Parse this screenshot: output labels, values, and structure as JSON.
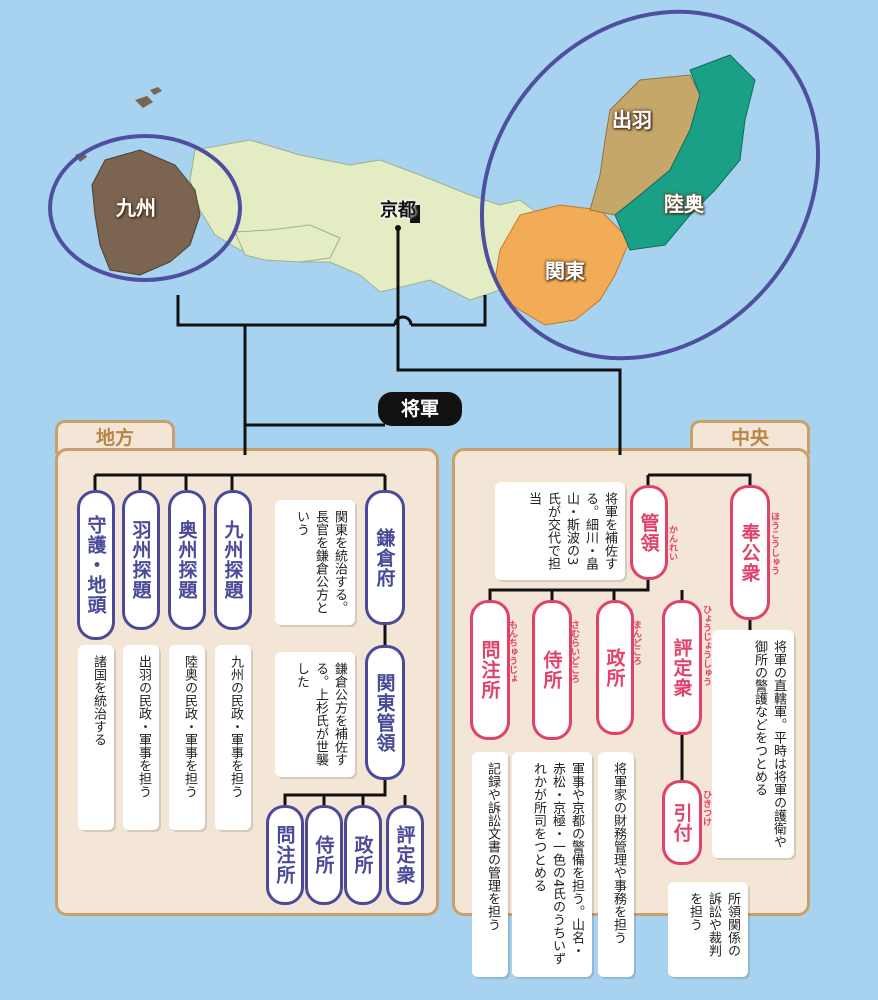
{
  "map": {
    "kyushu": "九州",
    "kyoto": "京都",
    "dewa": "出羽",
    "mutsu": "陸奥",
    "kanto": "関東"
  },
  "shogun": "将軍",
  "chiho": {
    "title": "地方",
    "kamakurafu": "鎌倉府",
    "kamakurafu_desc": "関東を統治する。長官を鎌倉公方という",
    "kanto_kanrei": "関東管領",
    "kanto_kanrei_desc": "鎌倉公方を補佐する。上杉氏が世襲した",
    "sub": [
      "問注所",
      "侍所",
      "政所",
      "評定衆"
    ],
    "shugo": "守護・地頭",
    "shugo_desc": "諸国を統治する",
    "usyu": "羽州探題",
    "usyu_desc": "出羽の民政・軍事を担う",
    "oshu": "奥州探題",
    "oshu_desc": "陸奥の民政・軍事を担う",
    "kyushu": "九州探題",
    "kyushu_desc": "九州の民政・軍事を担う"
  },
  "chuo": {
    "title": "中央",
    "kanrei": "管領",
    "kanrei_ruby": "かんれい",
    "kanrei_desc": "将軍を補佐する。細川・畠山・斯波の3氏が交代で担当",
    "hokoshu": "奉公衆",
    "hokoshu_ruby": "ほうこうしゅう",
    "hokoshu_desc": "将軍の直轄軍。平時は将軍の護衛や御所の警護などをつとめる",
    "monchujo": "問注所",
    "monchujo_ruby": "もんちゅうじょ",
    "monchujo_desc": "記録や訴訟文書の管理を担う",
    "samuraidokoro": "侍所",
    "samuraidokoro_ruby": "さむらいどころ",
    "samuraidokoro_desc": "軍事や京都の警備を担う。山名・赤松・京極・一色の4氏のうちいずれかが所司をつとめる",
    "mandokoro": "政所",
    "mandokoro_ruby": "まんどころ",
    "mandokoro_desc": "将軍家の財務管理や事務を担う",
    "hyojoshu": "評定衆",
    "hyojoshu_ruby": "ひょうじょうしゅう",
    "hikitsuke": "引付",
    "hikitsuke_ruby": "ひきつけ",
    "hikitsuke_desc": "所領関係の訴訟や裁判を担う"
  },
  "colors": {
    "sea": "#a7d3f0",
    "land": "#e4ecc4",
    "kyushu": "#7b6450",
    "dewa": "#c6a76a",
    "mutsu": "#1aa087",
    "kanto": "#f2ab56",
    "ellipse": "#4f4fa0",
    "blue": "#4a4a98",
    "red": "#e0426a",
    "panel": "#f4e6d6",
    "panel_border": "#c9a06b"
  }
}
